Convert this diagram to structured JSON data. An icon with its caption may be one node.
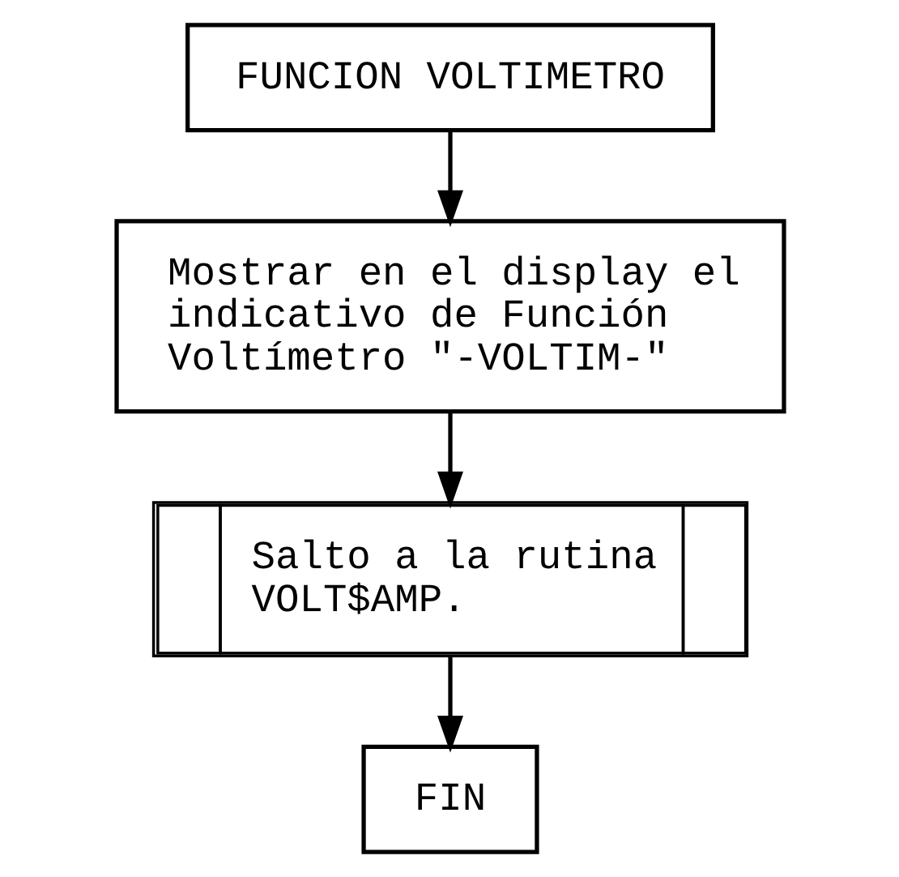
{
  "diagram": {
    "nodes": [
      {
        "text": [
          "FUNCION VOLTIMETRO"
        ]
      },
      {
        "text": [
          "Mostrar en el display el indicativo de Función Voltímetro \"-VOLTIM-\""
        ]
      },
      {
        "text": [
          "Salto a la rutina VOLT$AMP."
        ]
      },
      {
        "text": [
          "FIN"
        ]
      }
    ],
    "edges": [
      {
        "from": 0,
        "to": 1,
        "arrow": "to"
      },
      {
        "from": 1,
        "to": 2,
        "arrow": "to"
      },
      {
        "from": 2,
        "to": 3,
        "arrow": "to"
      }
    ]
  }
}
